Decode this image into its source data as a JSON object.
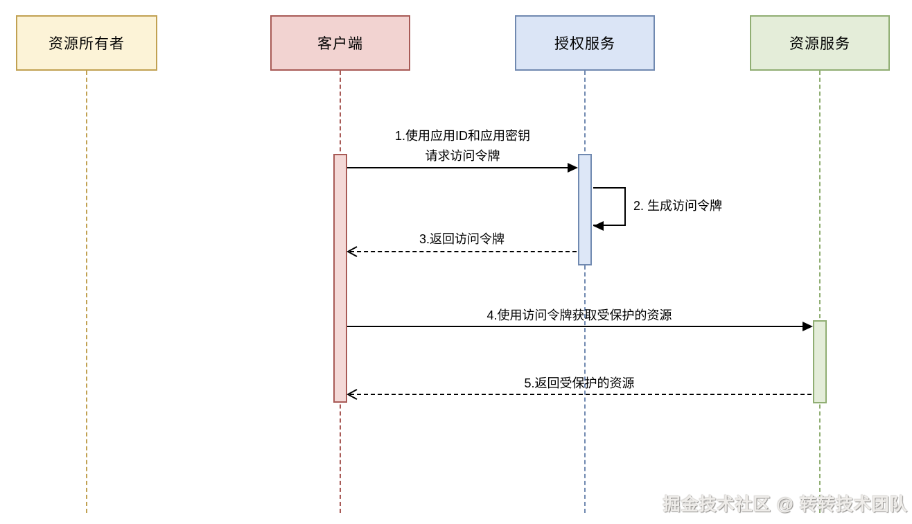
{
  "diagram": {
    "type": "sequence-diagram",
    "background": "#ffffff",
    "line_color": "#000000",
    "actors": [
      {
        "id": "resource-owner",
        "label": "资源所有者",
        "fill": "#fcf3d7",
        "border": "#c1a152"
      },
      {
        "id": "client",
        "label": "客户端",
        "fill": "#f2d3d1",
        "border": "#a85a56"
      },
      {
        "id": "auth-service",
        "label": "授权服务",
        "fill": "#dbe5f6",
        "border": "#7089b0"
      },
      {
        "id": "resource-service",
        "label": "资源服务",
        "fill": "#e4edd9",
        "border": "#90ae73"
      }
    ],
    "activations": [
      {
        "actor": "client",
        "fill": "#f4d9d7",
        "border": "#a85a56"
      },
      {
        "actor": "auth-service",
        "fill": "#dde7f7",
        "border": "#7089b0"
      },
      {
        "actor": "resource-service",
        "fill": "#e4edd9",
        "border": "#90ae73"
      }
    ],
    "messages": [
      {
        "seq": 1,
        "from": "client",
        "to": "auth-service",
        "style": "solid",
        "label_line1": "1.使用应用ID和应用密钥",
        "label_line2": "请求访问令牌"
      },
      {
        "seq": 2,
        "from": "auth-service",
        "to": "auth-service",
        "style": "self",
        "label": "2. 生成访问令牌"
      },
      {
        "seq": 3,
        "from": "auth-service",
        "to": "client",
        "style": "dashed",
        "label": "3.返回访问令牌"
      },
      {
        "seq": 4,
        "from": "client",
        "to": "resource-service",
        "style": "solid",
        "label": "4.使用访问令牌获取受保护的资源"
      },
      {
        "seq": 5,
        "from": "resource-service",
        "to": "client",
        "style": "dashed",
        "label": "5.返回受保护的资源"
      }
    ],
    "watermark": "掘金技术社区 @ 转转技术团队"
  }
}
